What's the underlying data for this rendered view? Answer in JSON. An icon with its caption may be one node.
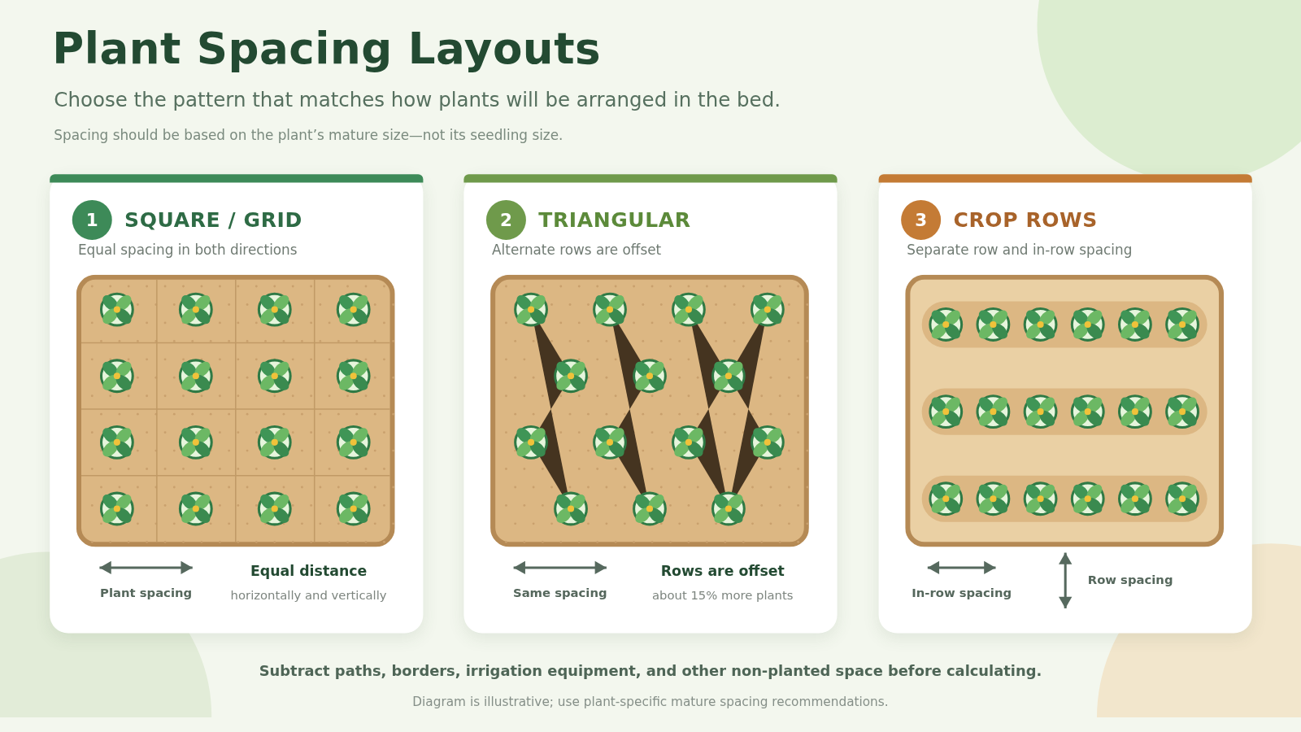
{
  "diagram": {
    "title": "Plant Spacing Layouts",
    "nodes": [
      {
        "text": [
          "SQUARE / GRID",
          "Equal spacing in both directions"
        ]
      },
      {
        "text": [
          "1"
        ],
        "in": 0
      },
      {
        "text": [
          "TRIANGULAR",
          "Alternate rows are offset"
        ]
      },
      {
        "text": [
          "2"
        ],
        "in": 2
      },
      {
        "text": [
          "CROP ROWS",
          "Separate row and in-row spacing"
        ]
      },
      {
        "text": [
          "3"
        ],
        "in": 4
      }
    ],
    "labels": [
      "Choose the pattern that matches how plants will be arranged in the bed.",
      "Spacing should be based on the plant’s mature size—not its seedling size.",
      "Plant spacing",
      "Equal distance",
      "horizontally and vertically",
      "Same spacing",
      "Rows are offset",
      "about 15% more plants",
      "In-row spacing",
      "Row spacing",
      "Subtract paths, borders, irrigation equipment, and other non-planted space before calculating."
    ],
    "caption": "Diagram is illustrative; use plant-specific mature spacing recommendations."
  }
}
